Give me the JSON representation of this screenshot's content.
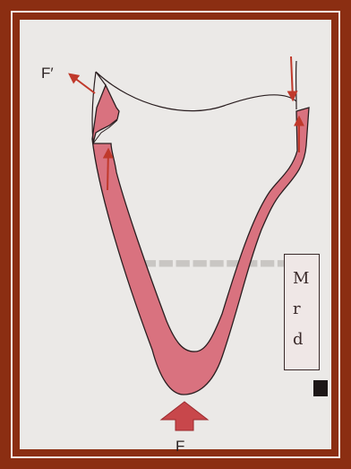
{
  "labels": {
    "force_reaction": "F′",
    "force_applied": "F"
  },
  "background_text": {
    "line1": "M",
    "line2": "r",
    "line3": "d"
  },
  "colors": {
    "frame": "#8b2e12",
    "bone_fill": "#d9727f",
    "arrow": "#c0392b",
    "page": "#ebe9e7"
  }
}
